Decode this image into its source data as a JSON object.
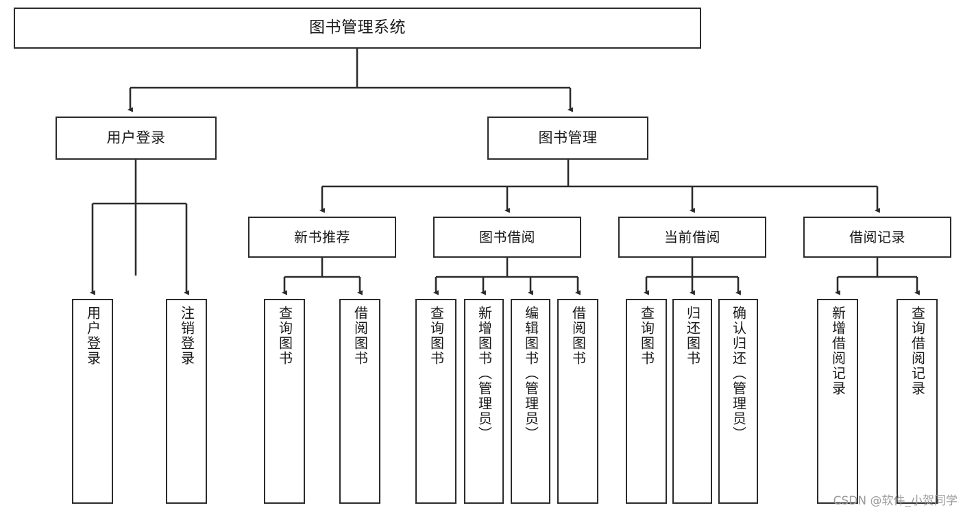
{
  "diagram": {
    "type": "tree",
    "title": "图书管理系统",
    "orientation": "top-down",
    "colors": {
      "box_border": "#2b2b2b",
      "box_fill": "#ffffff",
      "edge": "#2b2b2b",
      "text": "#1a1a1a",
      "watermark": "#9b9b9b",
      "background": "#ffffff"
    },
    "root": {
      "label": "图书管理系统"
    },
    "level1": [
      {
        "label": "用户登录"
      },
      {
        "label": "图书管理"
      }
    ],
    "level2": [
      {
        "label": "新书推荐"
      },
      {
        "label": "图书借阅"
      },
      {
        "label": "当前借阅"
      },
      {
        "label": "借阅记录"
      }
    ],
    "leaves": {
      "user_login": [
        {
          "label": "用户登录"
        },
        {
          "label": "注销登录"
        }
      ],
      "new_book_recommend": [
        {
          "label": "查询图书"
        },
        {
          "label": "借阅图书"
        }
      ],
      "book_borrow": [
        {
          "label": "查询图书"
        },
        {
          "label": "新增图书（管理员）"
        },
        {
          "label": "编辑图书（管理员）"
        },
        {
          "label": "借阅图书"
        }
      ],
      "current_borrow": [
        {
          "label": "查询图书"
        },
        {
          "label": "归还图书"
        },
        {
          "label": "确认归还（管理员）"
        }
      ],
      "borrow_record": [
        {
          "label": "新增借阅记录"
        },
        {
          "label": "查询借阅记录"
        }
      ]
    }
  },
  "watermark": {
    "text": "CSDN @软件_小贺同学"
  }
}
